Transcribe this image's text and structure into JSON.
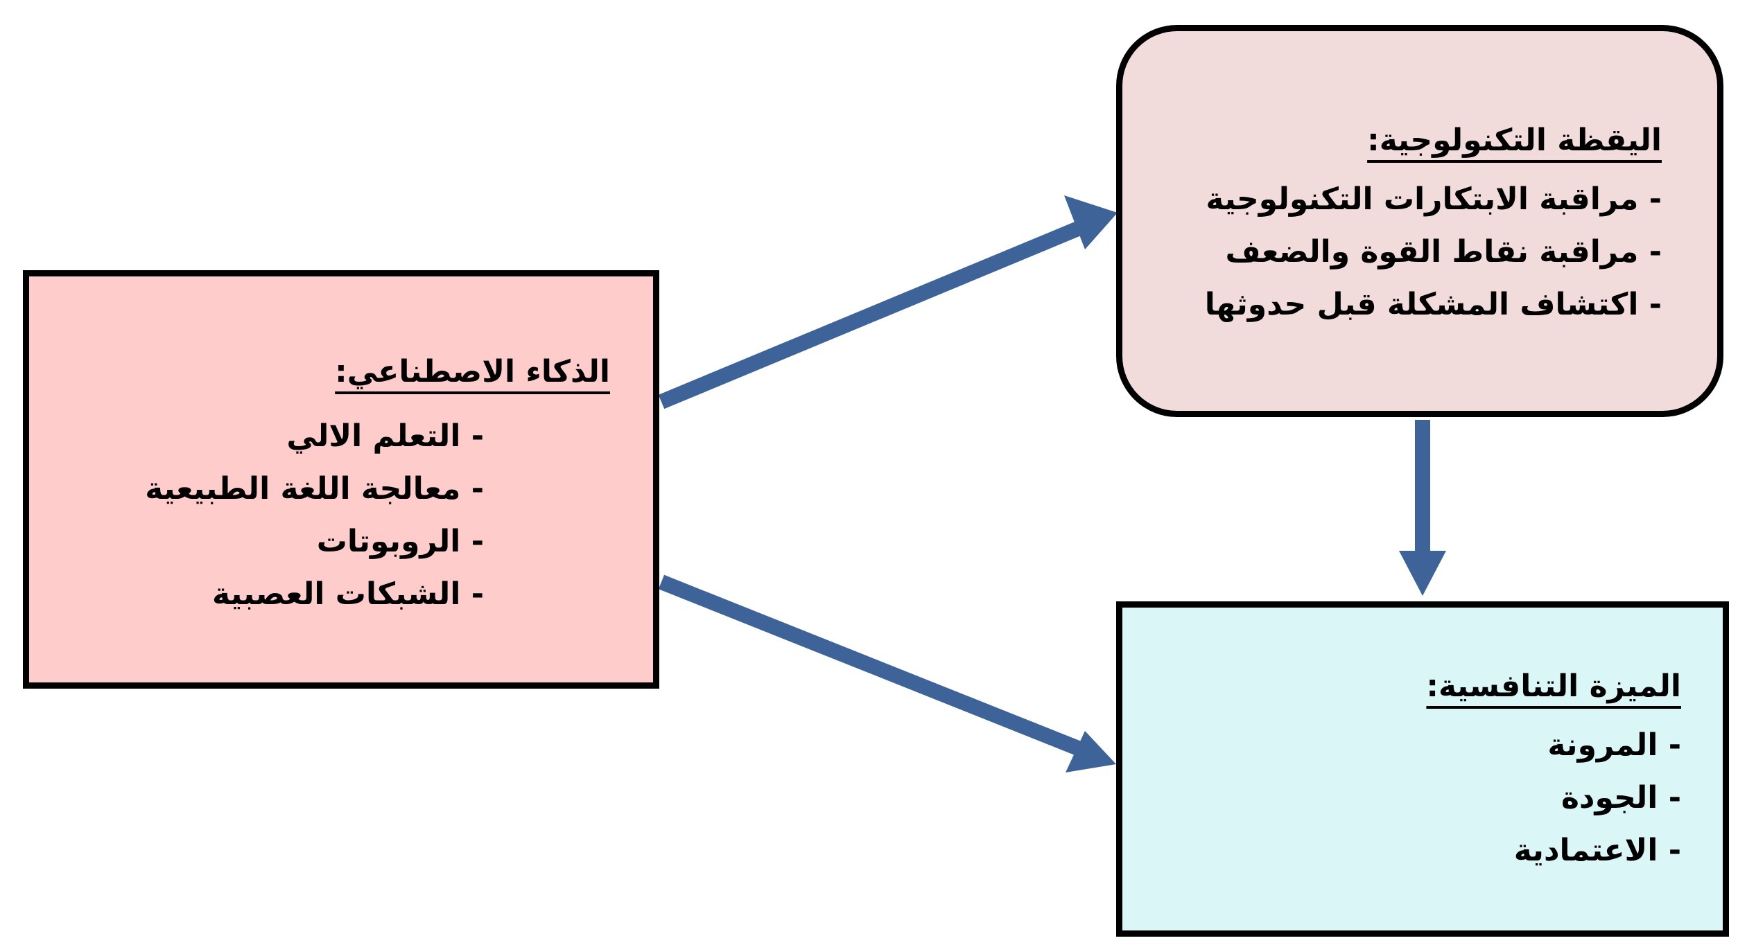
{
  "diagram": {
    "colors": {
      "arrow": "#3d6399",
      "ai_box_fill": "#ffcccc",
      "tech_box_fill": "#f2dcdb",
      "competitive_box_fill": "#daf6f6",
      "border": "#000000"
    },
    "ai_box": {
      "title": "الذكاء الاصطناعي:",
      "items": [
        "التعلم الالي",
        "معالجة اللغة الطبيعية",
        "الروبوتات",
        "الشبكات العصبية"
      ]
    },
    "tech_box": {
      "title": "اليقظة التكنولوجية:",
      "items": [
        "مراقبة الابتكارات التكنولوجية",
        "مراقبة نقاط القوة والضعف",
        "اكتشاف المشكلة قبل حدوثها"
      ]
    },
    "competitive_box": {
      "title": "الميزة التنافسية:",
      "items": [
        "المرونة",
        "الجودة",
        "الاعتمادية"
      ]
    }
  }
}
